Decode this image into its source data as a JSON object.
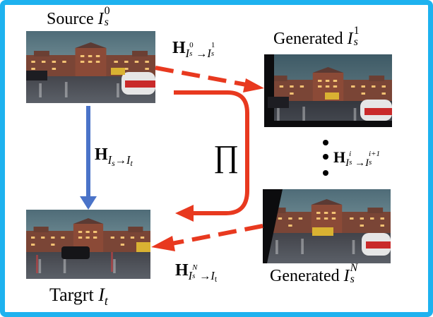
{
  "labels": {
    "source": {
      "prefix": "Source ",
      "var": "I",
      "sub": "s",
      "sup": "0"
    },
    "generated1": {
      "prefix": "Generated ",
      "var": "I",
      "sub": "s",
      "sup": "1"
    },
    "generatedN": {
      "prefix": "Generated ",
      "var": "I",
      "sub": "s",
      "sup": "N"
    },
    "target": {
      "prefix": "Targrt ",
      "var": "I",
      "sub": "t"
    },
    "h_src_tgt": {
      "bold": "H",
      "sub_var": "I",
      "sub_sub": "s",
      "arrow": "→",
      "sub_var2": "I",
      "sub_sub2": "t"
    },
    "h_0_1": {
      "bold": "H",
      "sub_var": "I",
      "sub_sub": "s",
      "sub_sup": "0",
      "arrow": "→",
      "sub_var2": "I",
      "sub_sub2": "s",
      "sub_sup2": "1"
    },
    "h_i_i1": {
      "bold": "H",
      "sub_var": "I",
      "sub_sub": "s",
      "sub_sup": "i",
      "arrow": "→",
      "sub_var2": "I",
      "sub_sub2": "s",
      "sub_sup2": "i+1"
    },
    "h_N_t": {
      "bold": "H",
      "sub_var": "I",
      "sub_sub": "s",
      "sub_sup": "N",
      "arrow": "→",
      "sub_var2": "I",
      "sub_sub2": "t"
    },
    "product": "∏"
  },
  "colors": {
    "frame": "#1eb2ef",
    "red_arrow": "#e8391f",
    "blue_arrow": "#4a73c8",
    "dots": "#000000"
  },
  "icons": {
    "photo": "city-street-night-photo"
  }
}
